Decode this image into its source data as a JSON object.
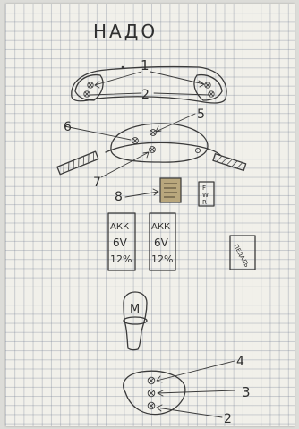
{
  "title": "НАДО",
  "numbers": {
    "n1": "1",
    "n2_top": "2",
    "n5": "5",
    "n6": "6",
    "n7": "7",
    "n8": "8",
    "n4": "4",
    "n3": "3",
    "n2_bottom": "2"
  },
  "boxes": {
    "fwr_line1": "F",
    "fwr_line2": "W",
    "fwr_line3": "R",
    "battery_left_line1": "АКК",
    "battery_left_line2": "6V",
    "battery_left_line3": "12%",
    "battery_right_line1": "АКК",
    "battery_right_line2": "6V",
    "battery_right_line3": "12%",
    "pedal_label": "ПЕДАЛЬ",
    "motor_label": "M"
  },
  "colors": {
    "paper": "#f1f0ea",
    "ink": "#3a3a3a",
    "module_fill": "#b9a77d"
  }
}
